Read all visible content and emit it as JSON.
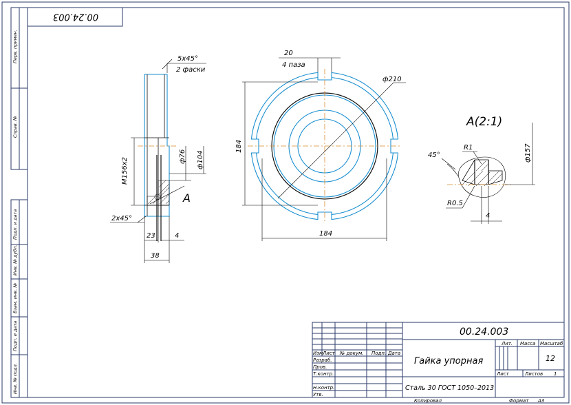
{
  "drawing": {
    "number_main": "00.24.003",
    "number_top_box": "00.24.003",
    "part_name": "Гайка упорная",
    "material": "Сталь 30 ГОСТ 1050–2013",
    "scale": "12",
    "sheet_total": "1",
    "copied_label": "Копировал",
    "format_label": "Формат",
    "format_value": "А3"
  },
  "title_block": {
    "col_lit": "Лит.",
    "col_mass": "Масса",
    "col_scale": "Масштаб",
    "sheet_label": "Лист",
    "sheets_label": "Листов",
    "headers": [
      "Изм",
      "Лист",
      "№ докум.",
      "Подп.",
      "Дата"
    ],
    "rows": [
      "Разраб.",
      "Пров.",
      "Т.контр.",
      "",
      "Н.контр.",
      "Утв."
    ]
  },
  "side_stamp": [
    "Перв. примен.",
    "Справ. №",
    "Подп. и дата",
    "Инв. № дубл.",
    "Взам. инв. №",
    "Подп. и дата",
    "Инв. № подл."
  ],
  "dimensions": {
    "chamfer_top": "5x45°",
    "chamfer_note": "2 фаски",
    "d76": "ф76",
    "d104": "ф104",
    "thread": "М156х2",
    "chamfer_bottom": "2х45°",
    "d23": "23",
    "d4_left": "4",
    "d38": "38",
    "section_mark": "А",
    "slot_width": "20",
    "slot_count": "4 паза",
    "d210": "ф210",
    "d184_h": "184",
    "d184_v": "184",
    "detail_title": "А(2:1)",
    "angle45": "45°",
    "r1": "R1",
    "r05": "R0.5",
    "d157": "ф157",
    "d4_detail": "4"
  }
}
